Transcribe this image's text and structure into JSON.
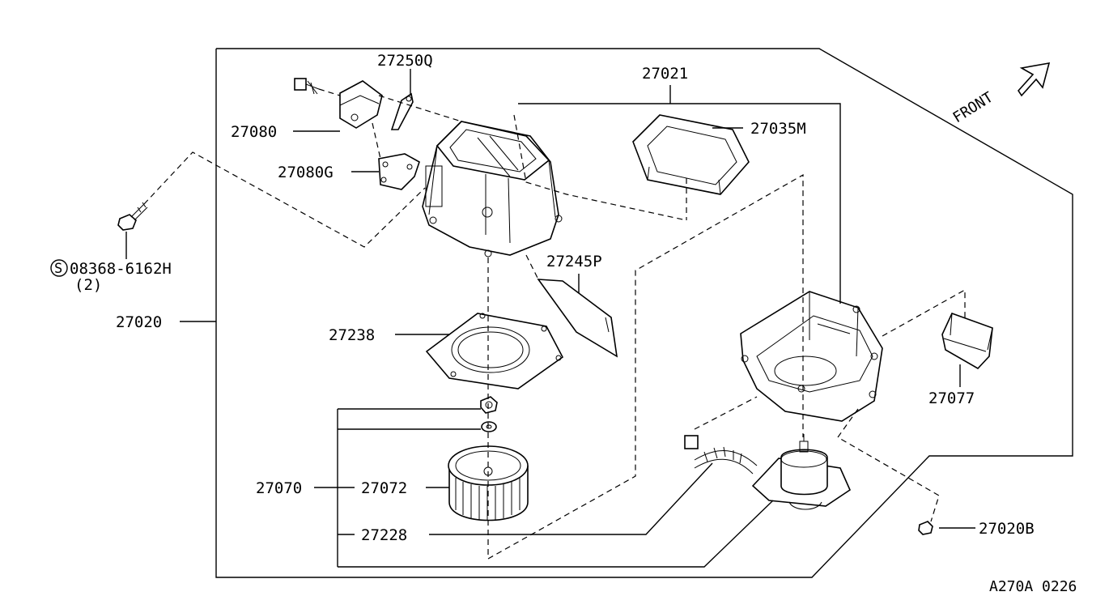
{
  "labels": {
    "p27250q": "27250Q",
    "p27021": "27021",
    "p27035m": "27035M",
    "p27080": "27080",
    "p27080g": "27080G",
    "s_circle": "S",
    "p08368": "08368-6162H",
    "qty": "(2)",
    "p27020": "27020",
    "p27245p": "27245P",
    "p27238": "27238",
    "p27077": "27077",
    "p27070": "27070",
    "p27072": "27072",
    "p27228": "27228",
    "p27020b": "27020B",
    "front": "FRONT",
    "figure_code": "A270A 0226"
  },
  "icons": {
    "front_arrow": "front-arrow-icon",
    "s_mark": "standard-part-s-icon"
  }
}
